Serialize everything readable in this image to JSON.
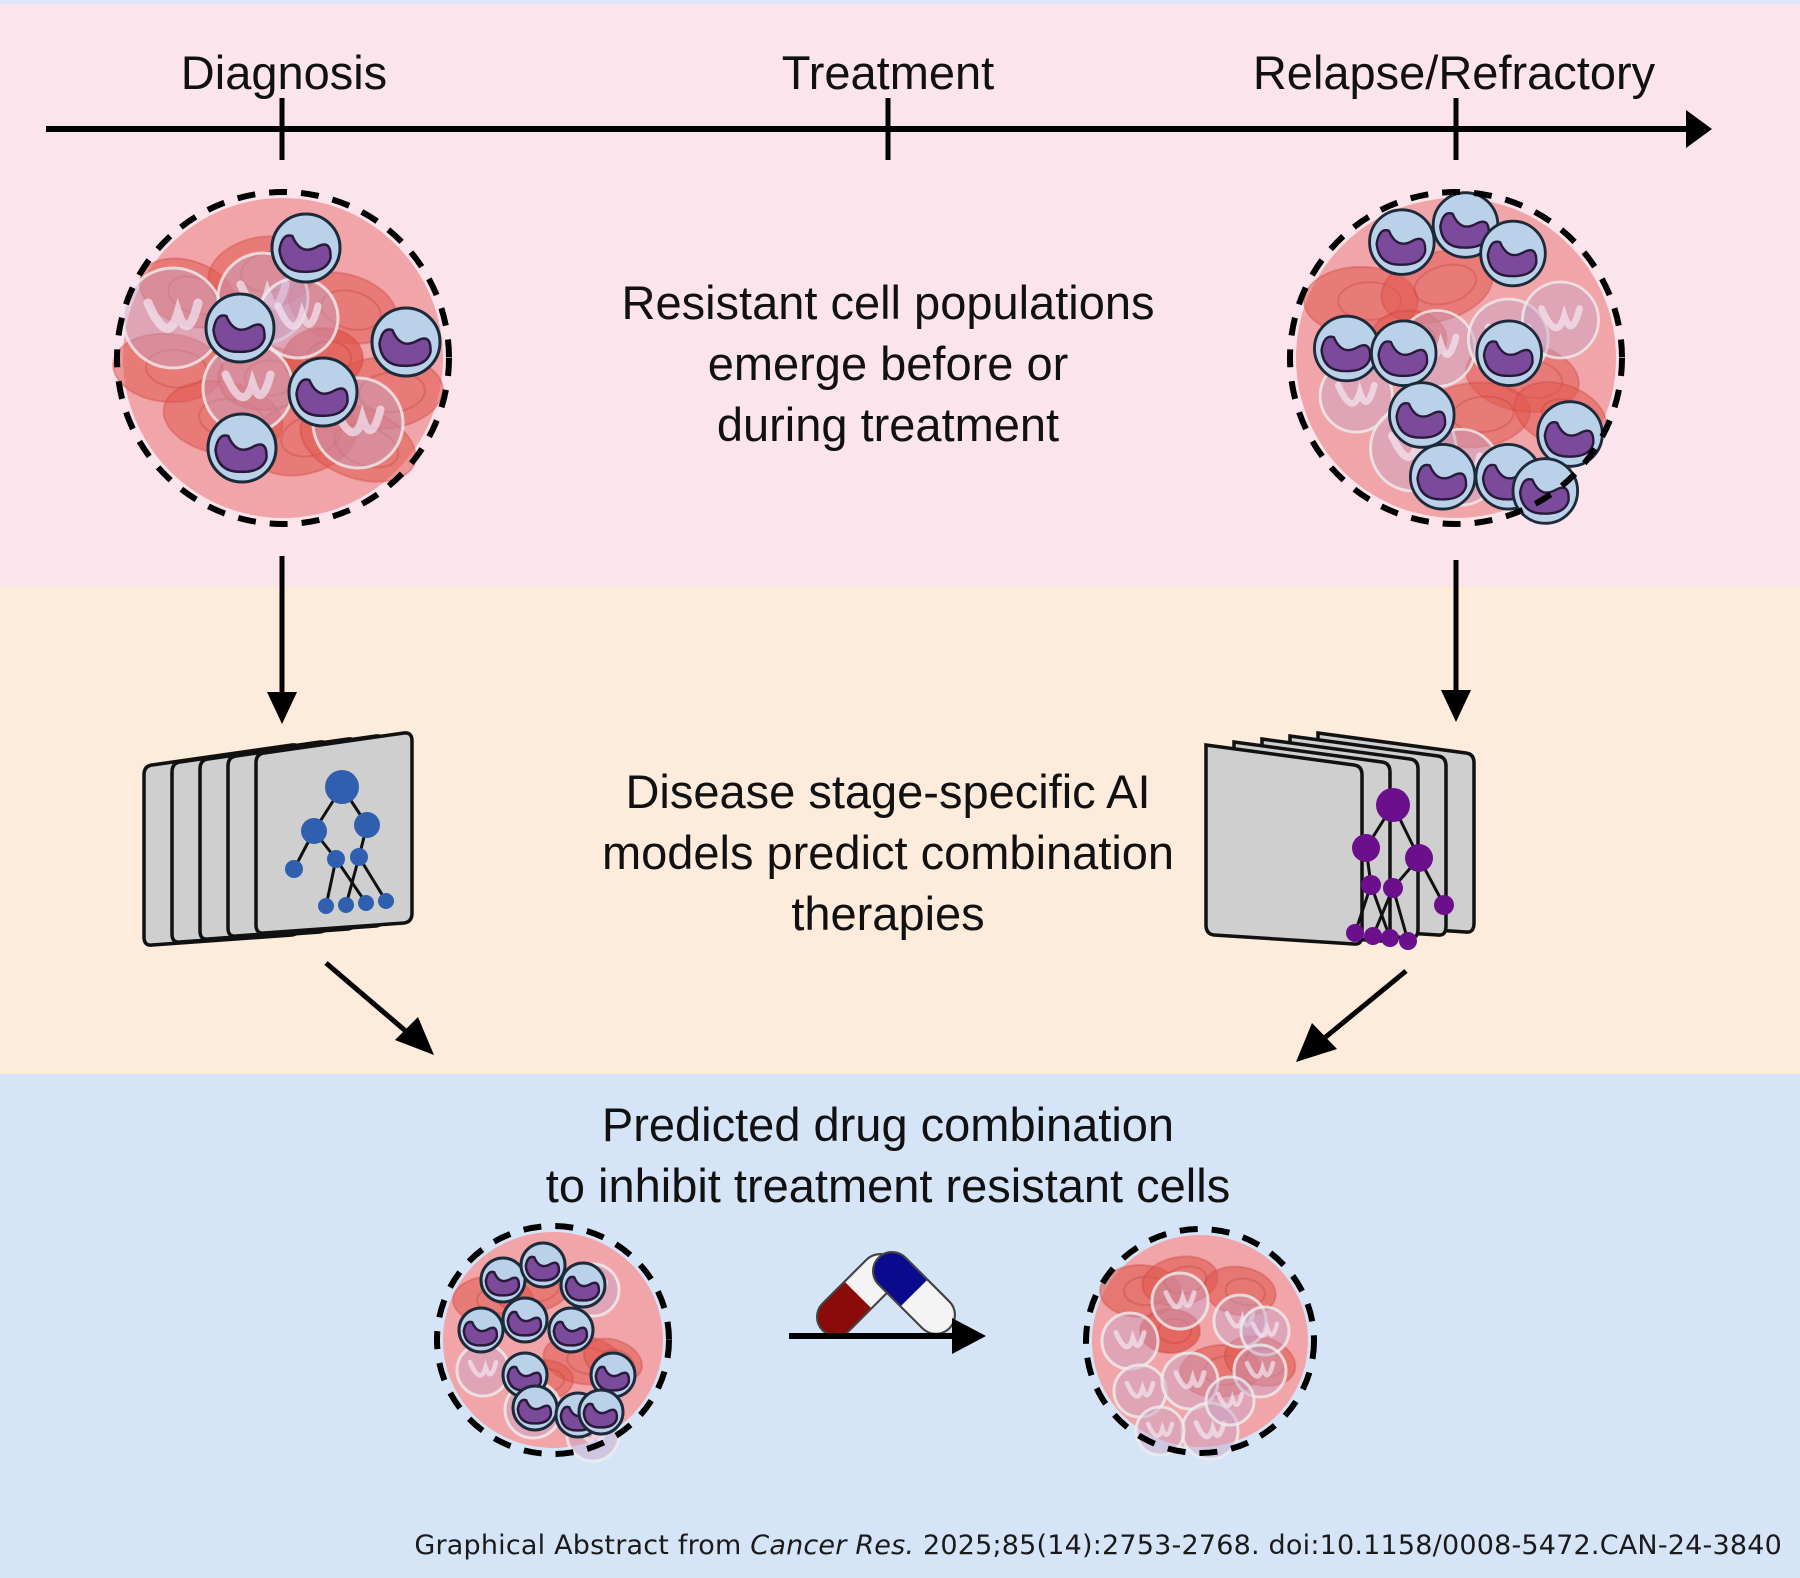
{
  "timeline": {
    "stages": [
      "Diagnosis",
      "Treatment",
      "Relapse/Refractory"
    ]
  },
  "panels": {
    "top_text": [
      "Resistant cell populations",
      "emerge before or",
      "during treatment"
    ],
    "middle_text": [
      "Disease stage-specific AI",
      "models predict combination",
      "therapies"
    ],
    "bottom_text": [
      "Predicted drug combination",
      "to inhibit treatment resistant cells"
    ]
  },
  "citation": {
    "prefix": "Graphical Abstract from ",
    "journal": "Cancer Res.",
    "suffix": " 2025;85(14):2753-2768. doi:10.1158/0008-5472.CAN-24-3840"
  },
  "colors": {
    "band_top": "#fbe4ec",
    "band_middle": "#fdebdc",
    "band_bottom": "#d6e4f7",
    "diagnosis_model": "#2f5fae",
    "relapse_model": "#6b0f8c",
    "pill_left": "#8b0a0a",
    "pill_right": "#0a0a8f"
  }
}
